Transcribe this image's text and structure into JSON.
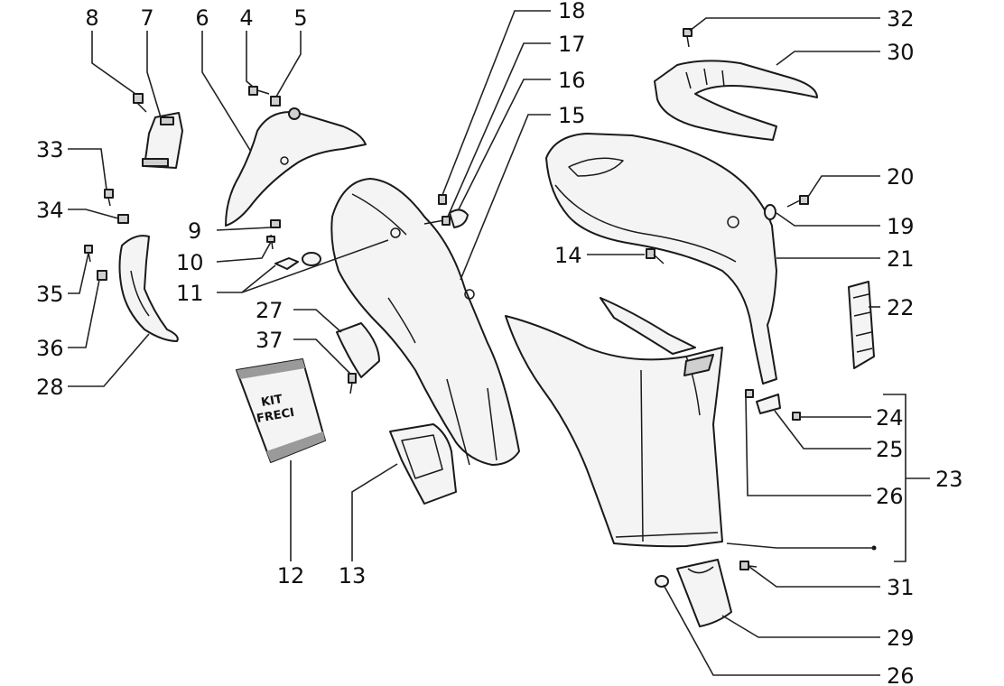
{
  "diagram": {
    "callouts": [
      "8",
      "7",
      "6",
      "4",
      "5",
      "33",
      "34",
      "35",
      "36",
      "28",
      "9",
      "10",
      "11",
      "27",
      "37",
      "12",
      "13",
      "18",
      "17",
      "16",
      "15",
      "14",
      "32",
      "30",
      "20",
      "19",
      "21",
      "22",
      "24",
      "25",
      "23",
      "26",
      "31",
      "29",
      "26"
    ],
    "sticker_text": [
      "KIT",
      "FRECI"
    ]
  }
}
